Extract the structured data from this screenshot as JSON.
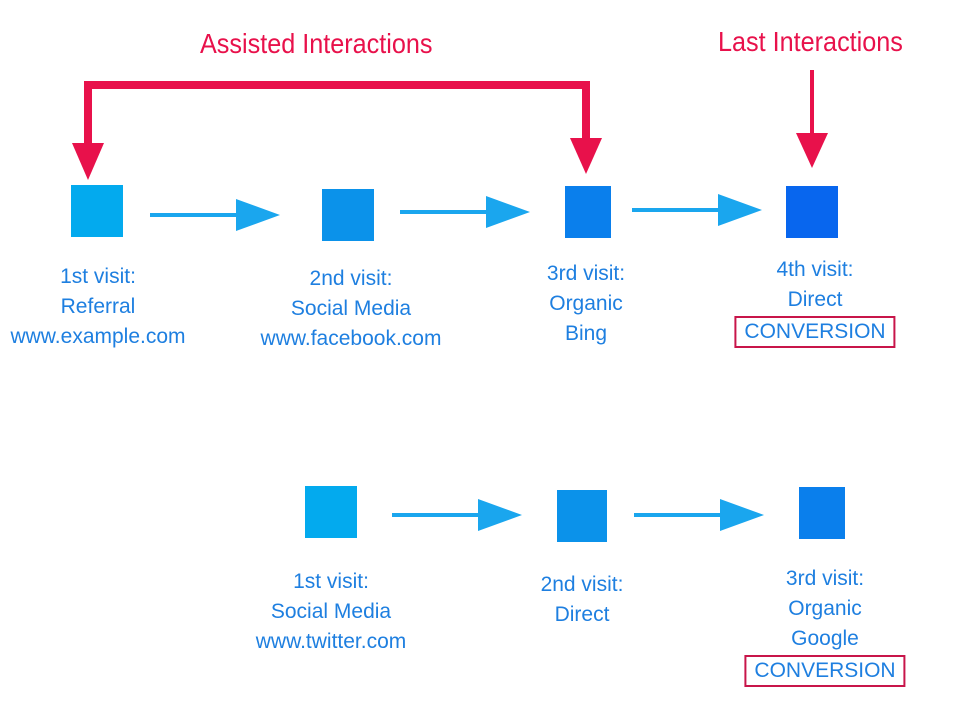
{
  "headers": {
    "assisted": "Assisted Interactions",
    "last": "Last Interactions"
  },
  "colors": {
    "annotation": "#e8114b",
    "flow_arrow": "#1aa6ee",
    "label_text": "#1e7fe0",
    "square_1": "#03aaee",
    "square_2": "#0b92ea",
    "square_3": "#0a7fec",
    "square_4": "#0866ee"
  },
  "path1": {
    "visits": [
      {
        "line1": "1st visit:",
        "line2": "Referral",
        "line3": "www.example.com"
      },
      {
        "line1": "2nd visit:",
        "line2": "Social Media",
        "line3": "www.facebook.com"
      },
      {
        "line1": "3rd visit:",
        "line2": "Organic",
        "line3": "Bing"
      },
      {
        "line1": "4th visit:",
        "line2": "Direct",
        "conversion": "CONVERSION"
      }
    ]
  },
  "path2": {
    "visits": [
      {
        "line1": "1st visit:",
        "line2": "Social Media",
        "line3": "www.twitter.com"
      },
      {
        "line1": "2nd visit:",
        "line2": "Direct"
      },
      {
        "line1": "3rd visit:",
        "line2": "Organic",
        "line3": "Google",
        "conversion": "CONVERSION"
      }
    ]
  }
}
